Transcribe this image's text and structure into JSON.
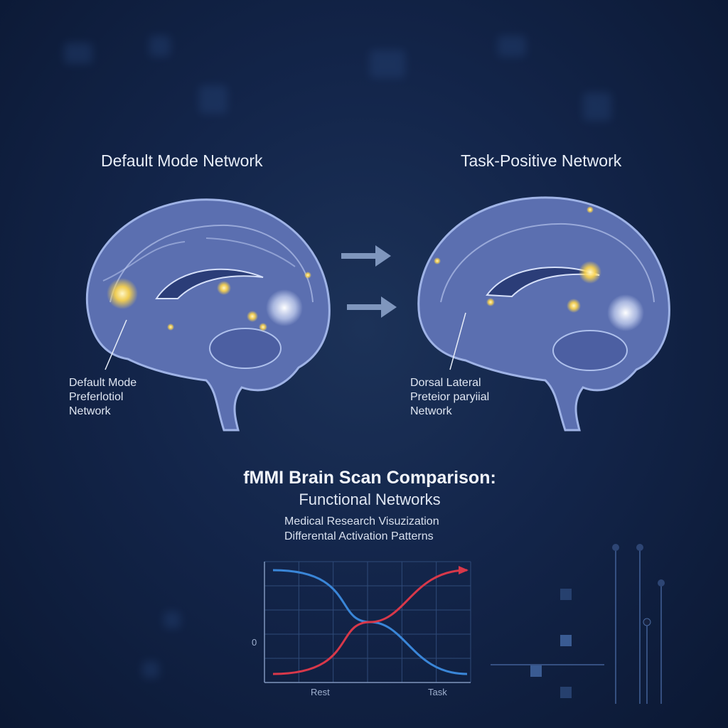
{
  "panels": {
    "left": {
      "title": "Default Mode Network",
      "callout": [
        "Default Mode",
        "Preferlotiol",
        "Network"
      ]
    },
    "right": {
      "title": "Task-Positive Network",
      "callout": [
        "Dorsal Lateral",
        "Preteior paryiial",
        "Network"
      ]
    }
  },
  "main_title": "fMMI Brain Scan Comparison:",
  "subtitle": "Functional Networks",
  "captions": [
    "Medical Research Visuzization",
    "Differental Activation Patterns"
  ],
  "colors": {
    "brain_fill": "#5b6fb0",
    "activation": "#ffd64a",
    "series_blue": "#3a86d8",
    "series_red": "#d8384a",
    "arrow": "#7f96bd"
  },
  "icons": {
    "arrow": "right-arrow-icon"
  },
  "chart_data": {
    "type": "line",
    "categories": [
      "Rest",
      "Task"
    ],
    "y_tick_labels": [
      "0"
    ],
    "series": [
      {
        "values": [
          1.0,
          0.0
        ],
        "color": "#3a86d8"
      },
      {
        "values": [
          0.0,
          1.0
        ],
        "color": "#d8384a"
      }
    ],
    "grid": true
  }
}
